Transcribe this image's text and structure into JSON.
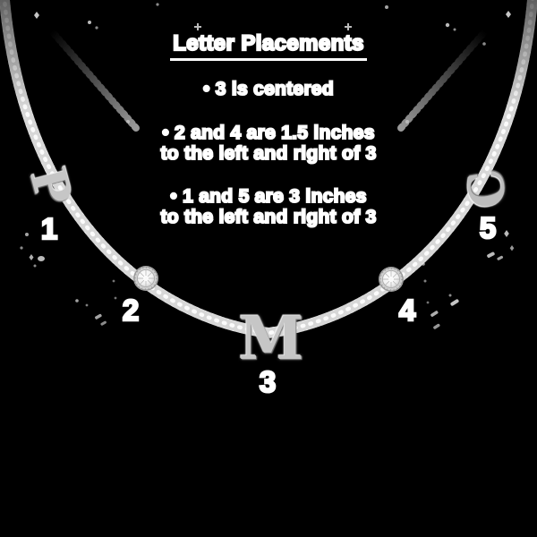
{
  "diagram": {
    "title": "Letter Placements",
    "bullet_1": "• 3 is centered",
    "bullet_2_line_1": "• 2 and 4 are 1.5 inches",
    "bullet_2_line_2": "to the left and right of 3",
    "bullet_3_line_1": "• 1 and 5 are 3 inches",
    "bullet_3_line_2": "to the left and right of 3"
  },
  "necklace": {
    "letter_left": "P",
    "letter_center": "M",
    "letter_right": "C",
    "label_1": "1",
    "label_2": "2",
    "label_3": "3",
    "label_4": "4",
    "label_5": "5"
  },
  "colors": {
    "background": "#000000",
    "text": "#ffffff",
    "charm_silver": "#c6c6c6",
    "chain_silver": "#e8e8e8"
  }
}
